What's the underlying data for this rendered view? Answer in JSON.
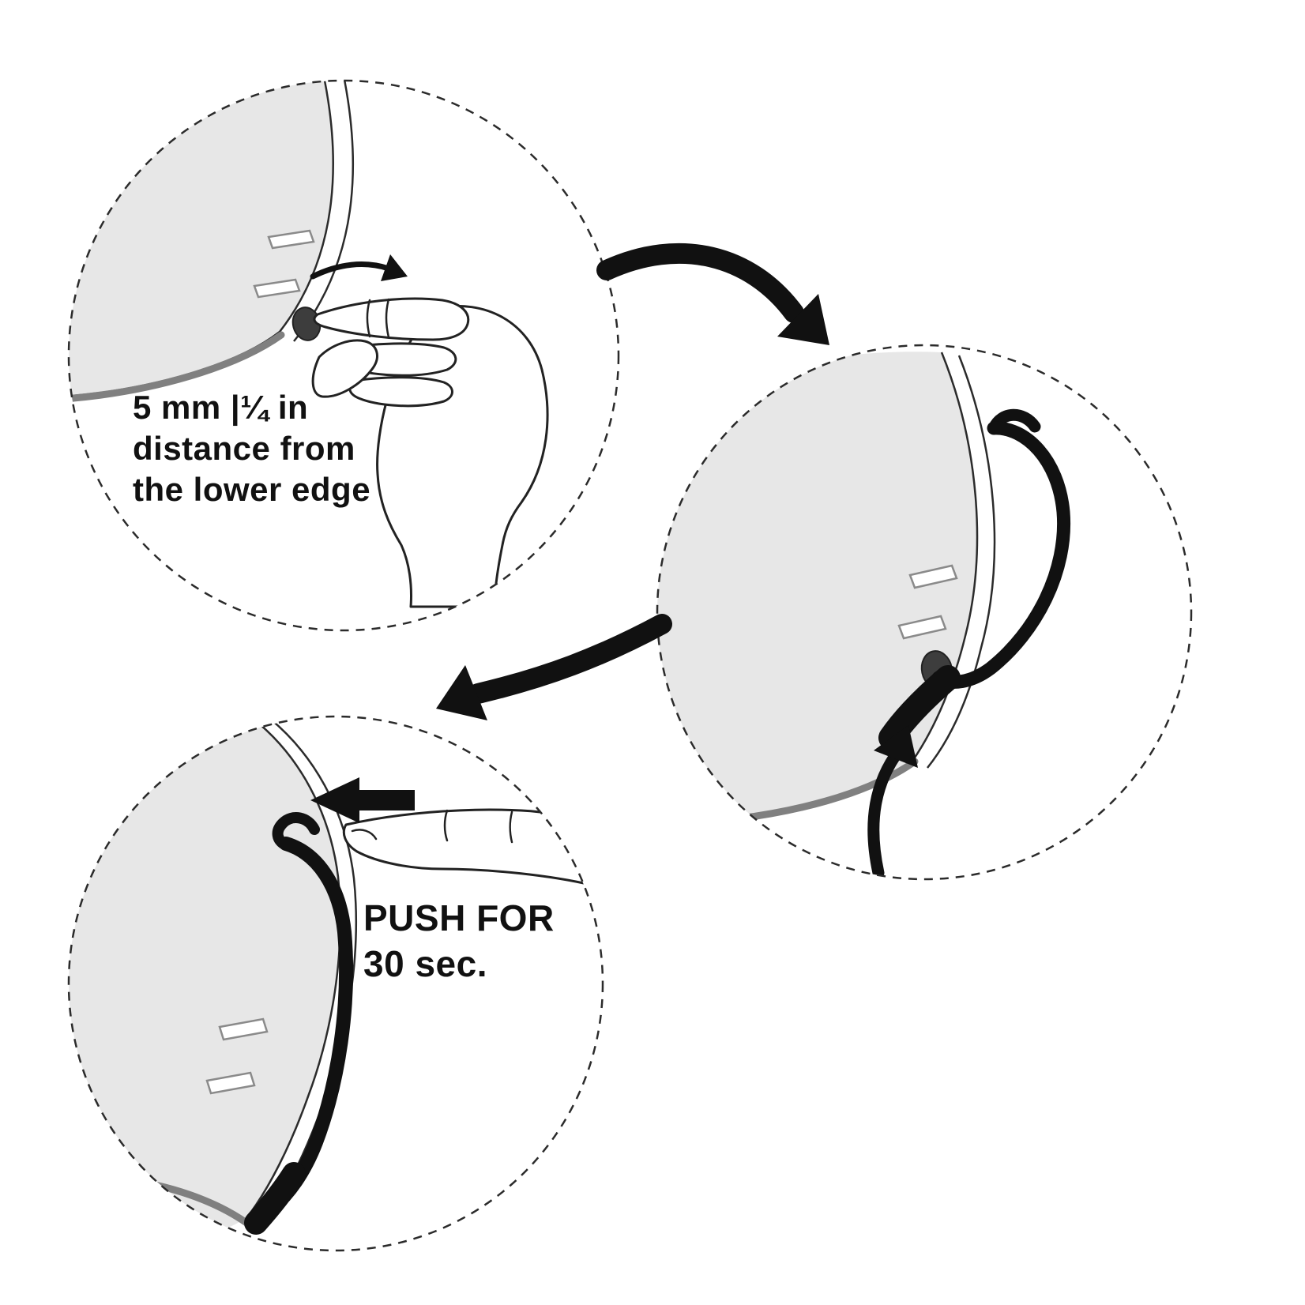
{
  "diagram": {
    "title": "helmet-clip-installation-instructions",
    "colors": {
      "helmet_fill": "#e7e7e7",
      "outline": "#2b2b2b",
      "rim": "#808080",
      "disc": "#3d3d3d",
      "black": "#111111",
      "background": "#ffffff"
    },
    "steps": {
      "step1": {
        "caption": [
          "5 mm |¼ in",
          "distance from",
          "the lower edge"
        ]
      },
      "step3": {
        "caption": [
          "PUSH FOR",
          "30 sec."
        ]
      }
    }
  }
}
